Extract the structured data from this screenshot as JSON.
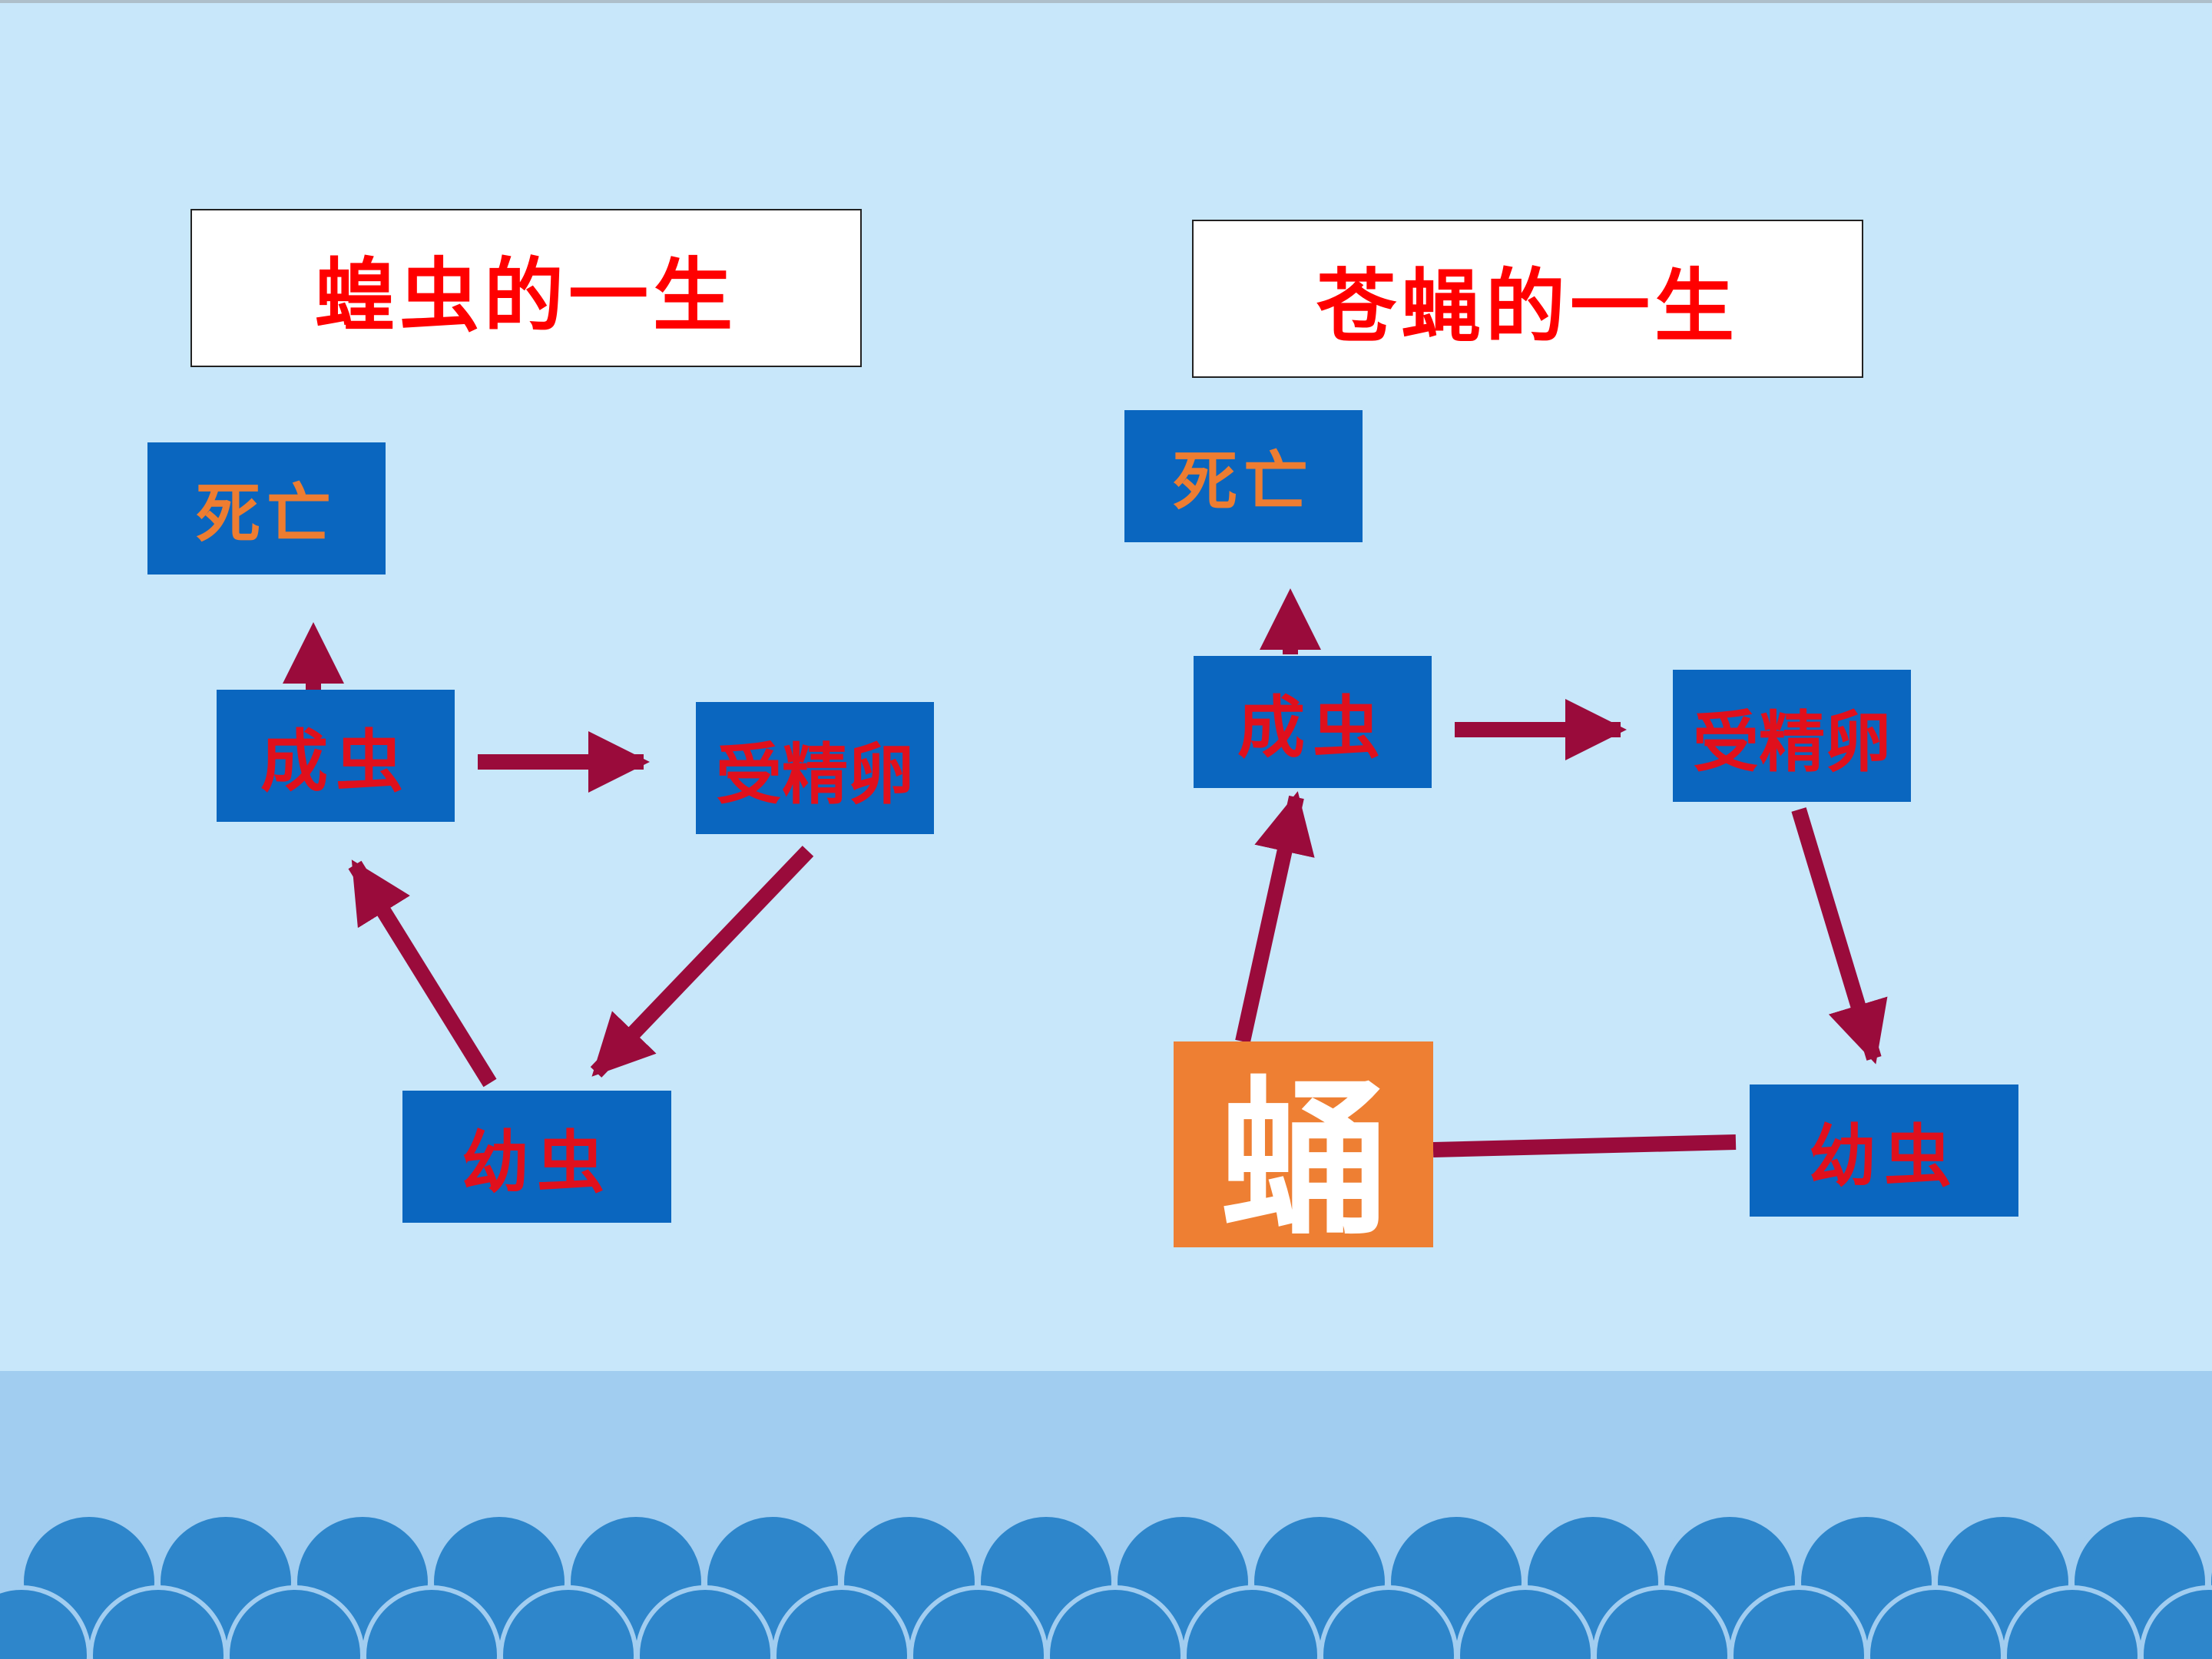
{
  "locust": {
    "title": "蝗虫的一生",
    "death": "死亡",
    "adult": "成虫",
    "egg": "受精卵",
    "larva": "幼虫"
  },
  "fly": {
    "title": "苍蝇的一生",
    "death": "死亡",
    "adult": "成虫",
    "egg": "受精卵",
    "pupa": "蛹",
    "larva": "幼虫"
  },
  "colors": {
    "background": "#c8e7fa",
    "node_blue": "#0a66bf",
    "title_red": "#ff0000",
    "label_red": "#e0101c",
    "label_orange": "#ee7d31",
    "pupa_orange": "#ee7f33",
    "arrow": "#9a0b3b",
    "wave": "#2e86cb"
  }
}
